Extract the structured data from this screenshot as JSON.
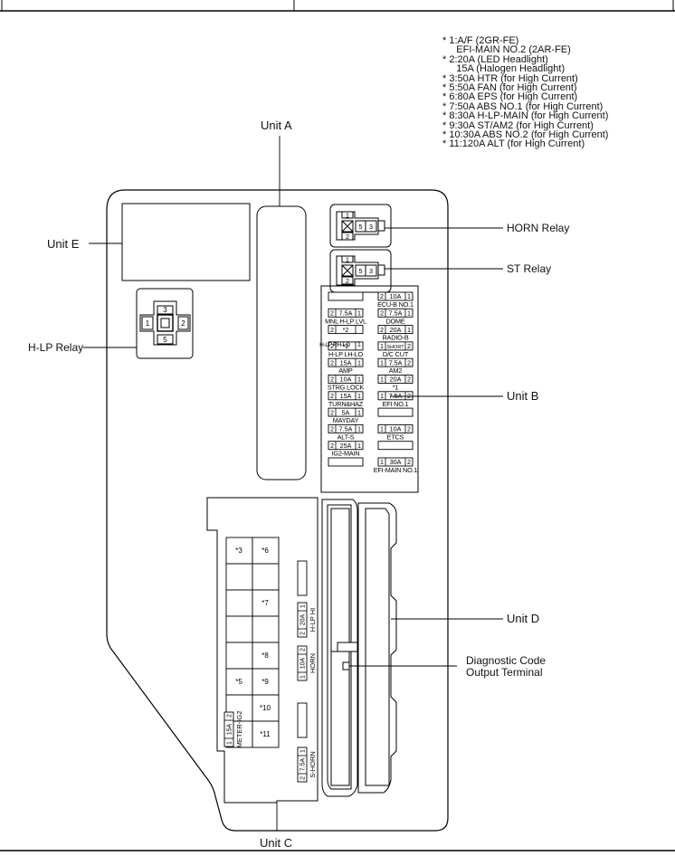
{
  "notes": [
    "* 1:A/F (2GR-FE)",
    "     EFI-MAIN NO.2 (2AR-FE)",
    "* 2:20A (LED Headlight)",
    "     15A (Halogen Headlight)",
    "* 3:50A HTR (for High Current)",
    "* 5:50A FAN (for High Current)",
    "* 6:80A EPS (for High Current)",
    "* 7:50A ABS NO.1 (for High Current)",
    "* 8:30A H-LP-MAIN (for High Current)",
    "* 9:30A ST/AM2 (for High Current)",
    "* 10:30A ABS NO.2 (for High Current)",
    "* 11:120A ALT (for High Current)"
  ],
  "callouts": {
    "unit_a": "Unit A",
    "unit_b": "Unit B",
    "unit_c": "Unit C",
    "unit_d": "Unit D",
    "unit_e": "Unit E",
    "hlp_relay": "H-LP Relay",
    "horn_relay": "HORN Relay",
    "st_relay": "ST Relay",
    "diag_line1": "Diagnostic Code",
    "diag_line2": "Output Terminal"
  },
  "relay_pins": {
    "hlp": [
      "3",
      "1",
      "2",
      "5"
    ],
    "horn": [
      "1",
      "2",
      "5",
      "3"
    ],
    "st": [
      "1",
      "2",
      "5",
      "3"
    ]
  },
  "unit_b_left": [
    {
      "fuse": [
        "",
        "",
        ""
      ],
      "label": ""
    },
    {
      "fuse": [
        "2",
        "7.5A",
        "1"
      ],
      "label": "MNL H-LP LVL"
    },
    {
      "fuse": [
        "2",
        "*2",
        ""
      ],
      "label": ""
    },
    {
      "fuse": [
        "2",
        "*2",
        ""
      ],
      "label": "H-LP LH-LO"
    },
    {
      "fuse": [
        "2",
        "15A",
        "1"
      ],
      "label": "AMP"
    },
    {
      "fuse": [
        "2",
        "10A",
        "1"
      ],
      "label": "STRG LOCK"
    },
    {
      "fuse": [
        "2",
        "15A",
        "1"
      ],
      "label": "TURN&HAZ"
    },
    {
      "fuse": [
        "2",
        "5A",
        "1"
      ],
      "label": "MAYDAY"
    },
    {
      "fuse": [
        "2",
        "7.5A",
        "1"
      ],
      "label": "ALT-S"
    },
    {
      "fuse": [
        "2",
        "25A",
        "1"
      ],
      "label": "IG2-MAIN"
    },
    {
      "fuse": [
        "",
        "",
        ""
      ],
      "label": ""
    }
  ],
  "unit_b_hlp_rh_lo": "H-LP RH-LO",
  "unit_b_hlp_rh_pin": "1",
  "unit_b_right": [
    {
      "fuse": [
        "2",
        "10A",
        "1"
      ],
      "label": "ECU-B NO.1"
    },
    {
      "fuse": [
        "2",
        "7.5A",
        "1"
      ],
      "label": "DOME"
    },
    {
      "fuse": [
        "2",
        "20A",
        "1"
      ],
      "label": "RADIO-B"
    },
    {
      "fuse": [
        "1",
        "SHORT",
        "2"
      ],
      "label": "D/C CUT"
    },
    {
      "fuse": [
        "1",
        "7.5A",
        "2"
      ],
      "label": "AM2"
    },
    {
      "fuse": [
        "1",
        "20A",
        "2"
      ],
      "label": "*1"
    },
    {
      "fuse": [
        "1",
        "7.5A",
        "2"
      ],
      "label": "EFI NO.1"
    },
    {
      "fuse": [
        "",
        "",
        ""
      ],
      "label": ""
    },
    {
      "fuse": [
        "1",
        "10A",
        "2"
      ],
      "label": "ETCS"
    },
    {
      "fuse": [
        "",
        "",
        ""
      ],
      "label": ""
    },
    {
      "fuse": [
        "1",
        "30A",
        "2"
      ],
      "label": "EFI-MAIN NO.1"
    }
  ],
  "unit_c_cells": [
    "*3",
    "*6",
    "",
    "",
    "",
    "*7",
    "",
    "",
    "",
    "*8",
    "*5",
    "*9",
    "",
    "*10",
    "",
    "*11"
  ],
  "unit_c_vfuses": [
    {
      "pins": [
        "2",
        "20A",
        "1"
      ],
      "label": "H-LP HI"
    },
    {
      "pins": [
        "1",
        "10A",
        "2"
      ],
      "label": "HORN"
    },
    {
      "pins": [
        "2",
        "7.5A",
        "1"
      ],
      "label": "S-HORN"
    },
    {
      "pins": [
        "1",
        "15A",
        "2"
      ],
      "label": "METER-IG2"
    }
  ]
}
